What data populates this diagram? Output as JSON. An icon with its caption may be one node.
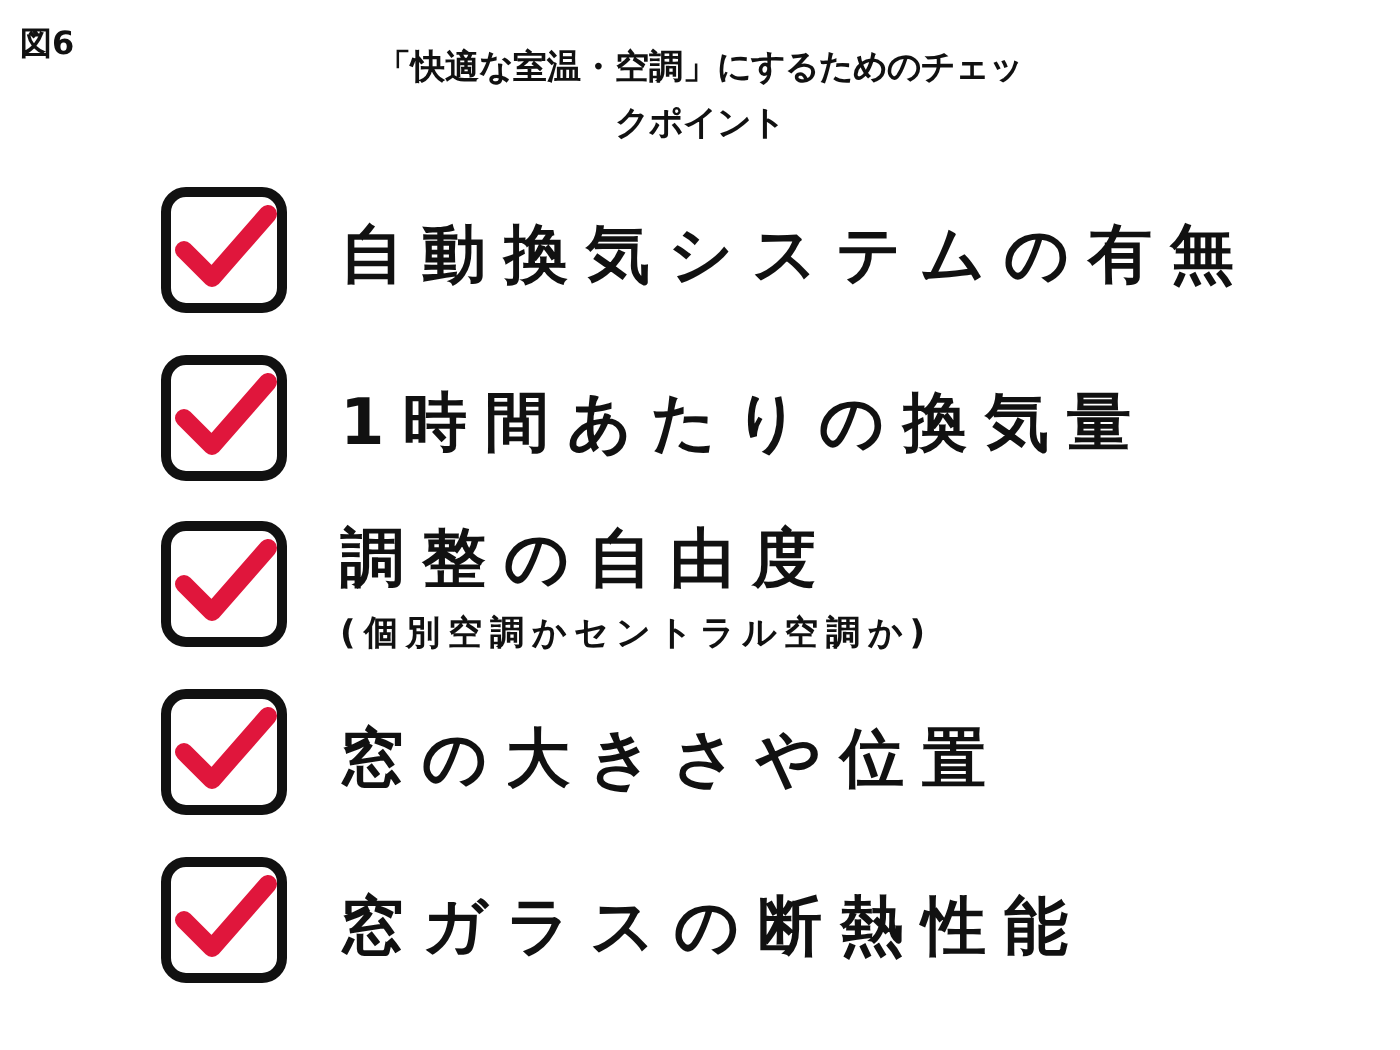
{
  "diagram": {
    "title": "「快適な室温・空調」にするためのチェックポイント",
    "labels": [
      "図6",
      "自動換気システムの有無",
      "1時間あたりの換気量",
      "調整の自由度",
      "(個別空調かセントラル空調か)",
      "窓の大きさや位置",
      "窓ガラスの断熱性能"
    ]
  }
}
